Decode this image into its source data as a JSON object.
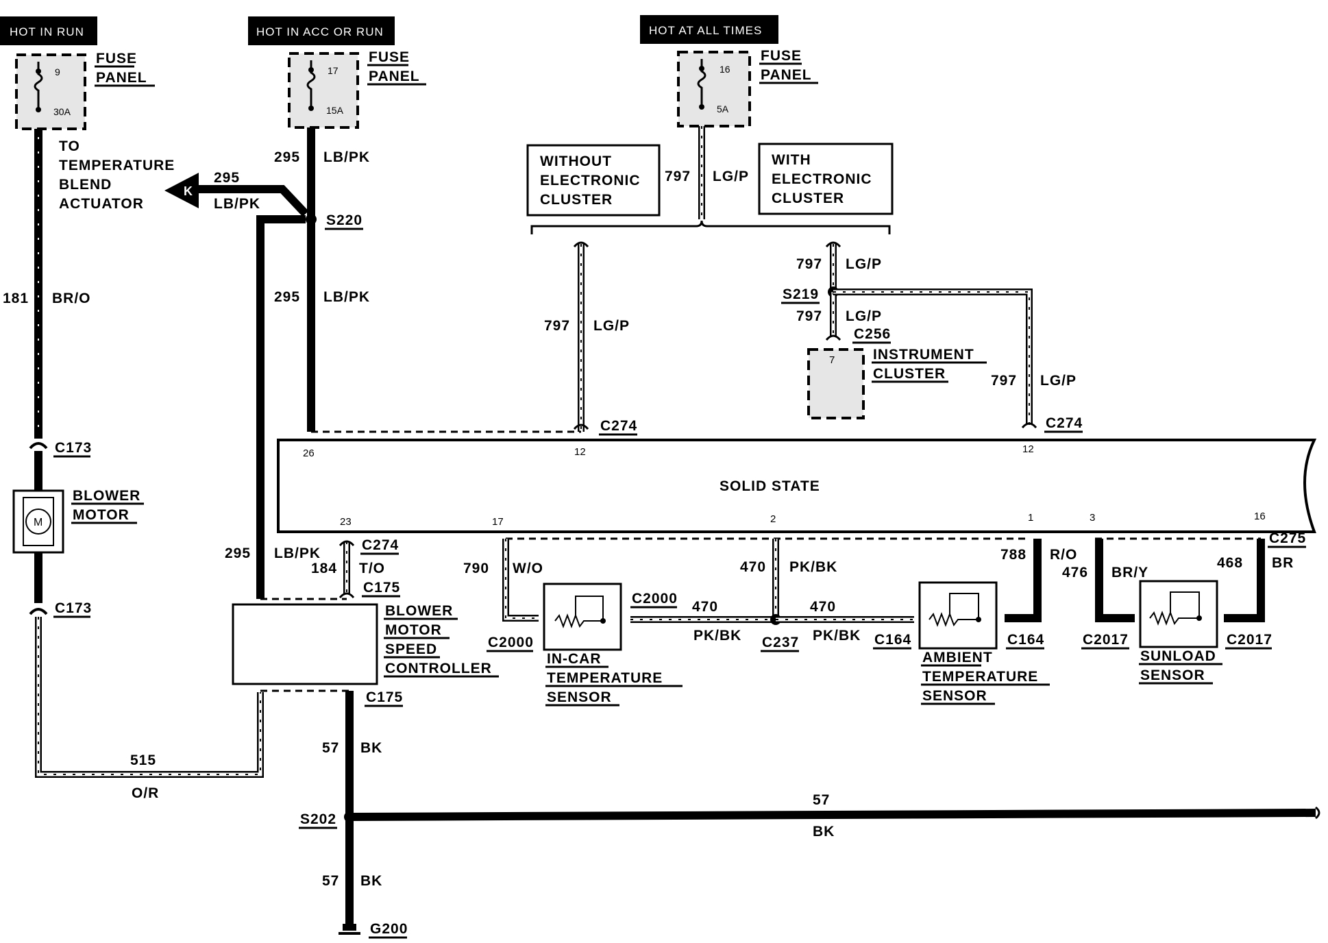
{
  "headers": {
    "hot_in_run": "HOT IN RUN",
    "hot_in_acc_or_run": "HOT IN ACC OR RUN",
    "hot_at_all_times": "HOT AT ALL TIMES"
  },
  "fuses": [
    {
      "number": "9",
      "rating": "30A",
      "label_line1": "FUSE",
      "label_line2": "PANEL"
    },
    {
      "number": "17",
      "rating": "15A",
      "label_line1": "FUSE",
      "label_line2": "PANEL"
    },
    {
      "number": "16",
      "rating": "5A",
      "label_line1": "FUSE",
      "label_line2": "PANEL"
    }
  ],
  "labels": {
    "to_temp_line1": "TO",
    "to_temp_line2": "TEMPERATURE",
    "to_temp_line3": "BLEND",
    "to_temp_line4": "ACTUATOR",
    "connector_k": "K",
    "without_line1": "WITHOUT",
    "without_line2": "ELECTRONIC",
    "without_line3": "CLUSTER",
    "with_line1": "WITH",
    "with_line2": "ELECTRONIC",
    "with_line3": "CLUSTER",
    "instrument_line1": "INSTRUMENT",
    "instrument_line2": "CLUSTER",
    "instrument_pin": "7",
    "blower_motor_line1": "BLOWER",
    "blower_motor_line2": "MOTOR",
    "motor_symbol": "M",
    "controller_line1": "BLOWER",
    "controller_line2": "MOTOR",
    "controller_line3": "SPEED",
    "controller_line4": "CONTROLLER",
    "solid_state": "SOLID STATE",
    "incar_line1": "IN-CAR",
    "incar_line2": "TEMPERATURE",
    "incar_line3": "SENSOR",
    "ambient_line1": "AMBIENT",
    "ambient_line2": "TEMPERATURE",
    "ambient_line3": "SENSOR",
    "sunload_line1": "SUNLOAD",
    "sunload_line2": "SENSOR"
  },
  "wires": {
    "w181": "181",
    "c181": "BR/O",
    "w295a": "295",
    "c295a": "LB/PK",
    "w295b": "295",
    "c295b": "LB/PK",
    "w295c": "295",
    "c295c": "LB/PK",
    "w295d": "295",
    "c295d": "LB/PK",
    "w797a": "797",
    "c797a": "LG/P",
    "w797b": "797",
    "c797b": "LG/P",
    "w797c": "797",
    "c797c": "LG/P",
    "w797d": "797",
    "c797d": "LG/P",
    "w797e": "797",
    "c797e": "LG/P",
    "w184": "184",
    "c184": "T/O",
    "w790": "790",
    "c790": "W/O",
    "w470a": "470",
    "c470a": "PK/BK",
    "w470b": "470",
    "c470b": "PK/BK",
    "w470c": "470",
    "c470c": "PK/BK",
    "w788": "788",
    "c788": "R/O",
    "w476": "476",
    "c476": "BR/Y",
    "w468": "468",
    "c468": "BR",
    "w515": "515",
    "c515": "O/R",
    "w57a": "57",
    "c57a": "BK",
    "w57b": "57",
    "c57b": "BK",
    "w57c": "57",
    "c57c": "BK"
  },
  "connectors": {
    "s220": "S220",
    "s219": "S219",
    "c256": "C256",
    "c274a": "C274",
    "c274b": "C274",
    "c274c": "C274",
    "c173a": "C173",
    "c173b": "C173",
    "c175a": "C175",
    "c175b": "C175",
    "c275": "C275",
    "c2000a": "C2000",
    "c2000b": "C2000",
    "c237": "C237",
    "c164a": "C164",
    "c164b": "C164",
    "c2017a": "C2017",
    "c2017b": "C2017",
    "s202": "S202",
    "g200": "G200"
  },
  "pins": {
    "p26": "26",
    "p12a": "12",
    "p12b": "12",
    "p23": "23",
    "p17": "17",
    "p2": "2",
    "p1": "1",
    "p3": "3",
    "p16": "16"
  }
}
